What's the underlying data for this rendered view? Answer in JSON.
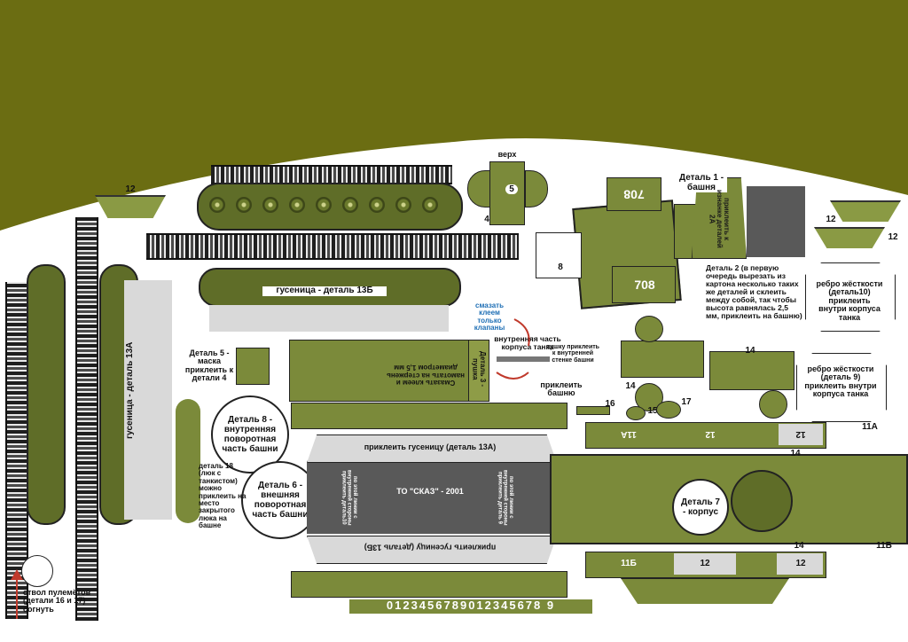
{
  "colors": {
    "olive_banner": "#6b6d12",
    "olive_part": "#7b8a3a",
    "olive_dark": "#5f6d28",
    "grey_panel": "#595959"
  },
  "labels": {
    "top_part": "верх",
    "part1": "Деталь 1 - башня",
    "part1_inner": "приклеить к изнанке деталей 2А",
    "part2": "Деталь 2 (в первую очередь вырезать из картона несколько таких же деталей и склеить между собой, так чтобы высота равнялась 2,5 мм, приклеить на башню)",
    "rib10": "ребро жёсткости (деталь10) приклеить внутри корпуса танка",
    "rib9": "ребро жёсткости (деталь 9) приклеить внутри корпуса танка",
    "track13b": "гусеница - деталь 13Б",
    "track13a": "гусеница - деталь 13А",
    "part5": "Деталь 5 - маска приклеить к детали 4",
    "part3_gun": "Деталь 3 - пушка",
    "gun_note": "Смазать клеем и намотать на стержень диаметром 1,5 мм",
    "glue_valves": "смазать клеем только клапаны",
    "inner_hull": "внутренняя часть корпуса танка",
    "gun_glue": "пушку приклеить к внутренней стенке башни",
    "glue_turret": "приклеить башню",
    "part8": "Деталь 8 - внутренняя поворотная часть башни",
    "part6": "Деталь 6 - внешняя поворотная часть башни",
    "part18": "деталь 18 (люк с танкистом) можно приклеить на место закрытого люка на башне",
    "glue_13a": "приклеить гусеницу (деталь 13А)",
    "glue_13b": "приклеить гусеницу (деталь 13Б)",
    "to_skaz": "ТО \"СКАЗ\" - 2001",
    "inner_left": "по этой линии с внутренней стороны приклеить деталь10",
    "inner_right": "по этой линии с внутренней стороны приклеить деталь 9",
    "part7": "Деталь 7 - корпус",
    "mg_barrels": "ствол пулемётов (детали 16 и 17) согнуть",
    "turret_number": "708",
    "digits": "0123456789012345678 9"
  },
  "part_numbers": {
    "n12": "12",
    "n4": "4",
    "n14": "14",
    "n11a": "11А",
    "n11b": "11Б",
    "n16": "16",
    "n15": "15",
    "n17": "17",
    "n8": "8",
    "n5": "5"
  }
}
